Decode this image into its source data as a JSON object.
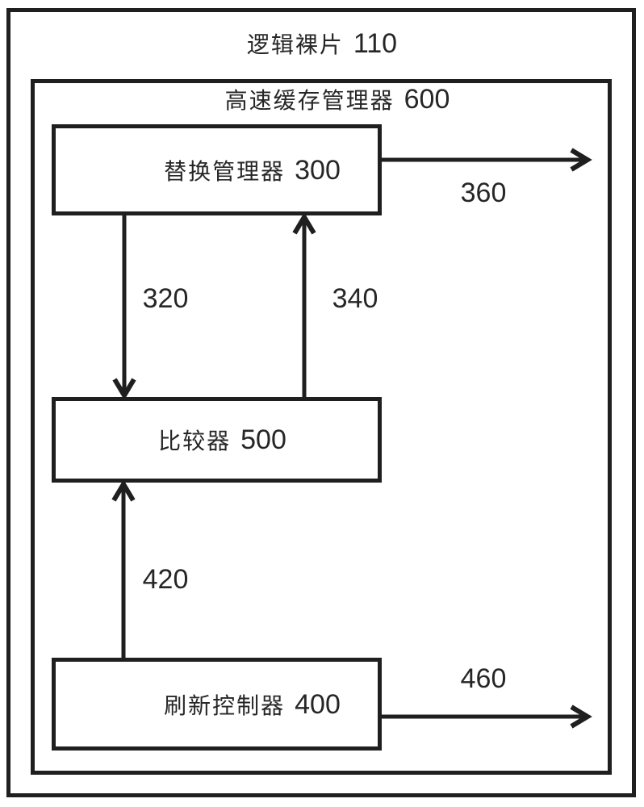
{
  "figure": {
    "outer": {
      "label": "逻辑裸片",
      "number": "110"
    },
    "inner": {
      "label": "高速缓存管理器",
      "number": "600"
    },
    "blocks": [
      {
        "name": "replacement-manager",
        "label": "替换管理器",
        "number": "300"
      },
      {
        "name": "comparator",
        "label": "比较器",
        "number": "500"
      },
      {
        "name": "refresh-controller",
        "label": "刷新控制器",
        "number": "400"
      }
    ],
    "arrows": [
      {
        "name": "arrow-360",
        "label": "360",
        "direction": "right",
        "from": "replacement-manager",
        "to": "external"
      },
      {
        "name": "arrow-320",
        "label": "320",
        "direction": "down",
        "from": "replacement-manager",
        "to": "comparator"
      },
      {
        "name": "arrow-340",
        "label": "340",
        "direction": "up",
        "from": "comparator",
        "to": "replacement-manager"
      },
      {
        "name": "arrow-420",
        "label": "420",
        "direction": "up",
        "from": "refresh-controller",
        "to": "comparator"
      },
      {
        "name": "arrow-460",
        "label": "460",
        "direction": "right",
        "from": "refresh-controller",
        "to": "external"
      }
    ],
    "colors": {
      "line": "#1f1f1f",
      "background": "#ffffff"
    }
  }
}
